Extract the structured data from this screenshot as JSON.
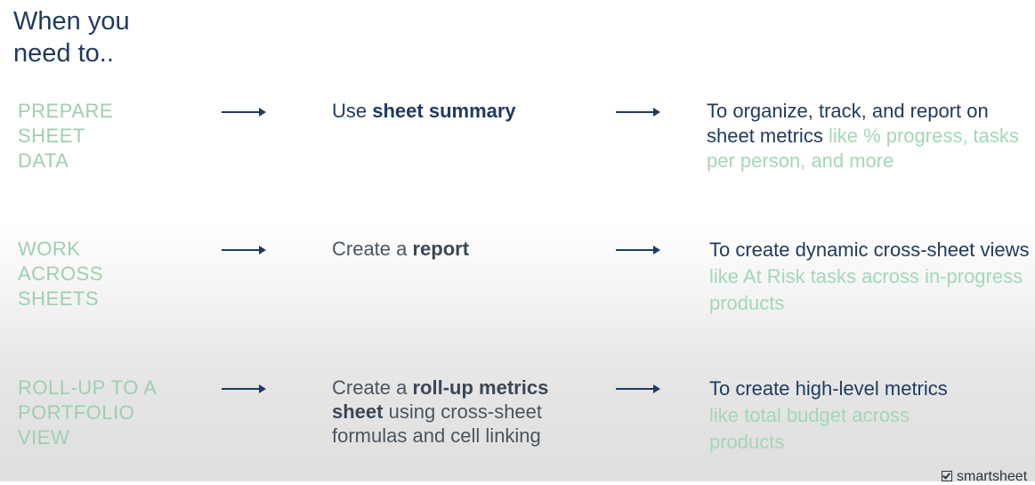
{
  "title": {
    "line1": "When you",
    "line2": "need to.."
  },
  "rows": [
    {
      "category": [
        "PREPARE",
        "SHEET",
        "DATA"
      ],
      "action": {
        "prefix": "Use ",
        "bold": "sheet summary"
      },
      "outcome": {
        "main": "To organize, track, and report on sheet metrics",
        "detail": " like % progress, tasks per person, and more"
      }
    },
    {
      "category": [
        "WORK",
        "ACROSS",
        "SHEETS"
      ],
      "action": {
        "prefix": "Create a ",
        "bold": "report"
      },
      "outcome": {
        "main": "To create dynamic cross-sheet views",
        "detail": " like At Risk tasks across in-progress products"
      }
    },
    {
      "category": [
        "ROLL-UP TO A",
        "PORTFOLIO",
        "VIEW"
      ],
      "action": {
        "prefix": "Create a ",
        "bold": "roll-up metrics sheet",
        "suffix": " using cross-sheet formulas and cell linking"
      },
      "outcome": {
        "main": "To create high-level metrics",
        "detail": " like total budget across products"
      }
    }
  ],
  "brand": {
    "icon": "checkbox-icon",
    "name": "smartsheet"
  },
  "colors": {
    "navy": "#1f3a5f",
    "mint": "#9ecfaf",
    "gray_text": "#4a5560"
  }
}
